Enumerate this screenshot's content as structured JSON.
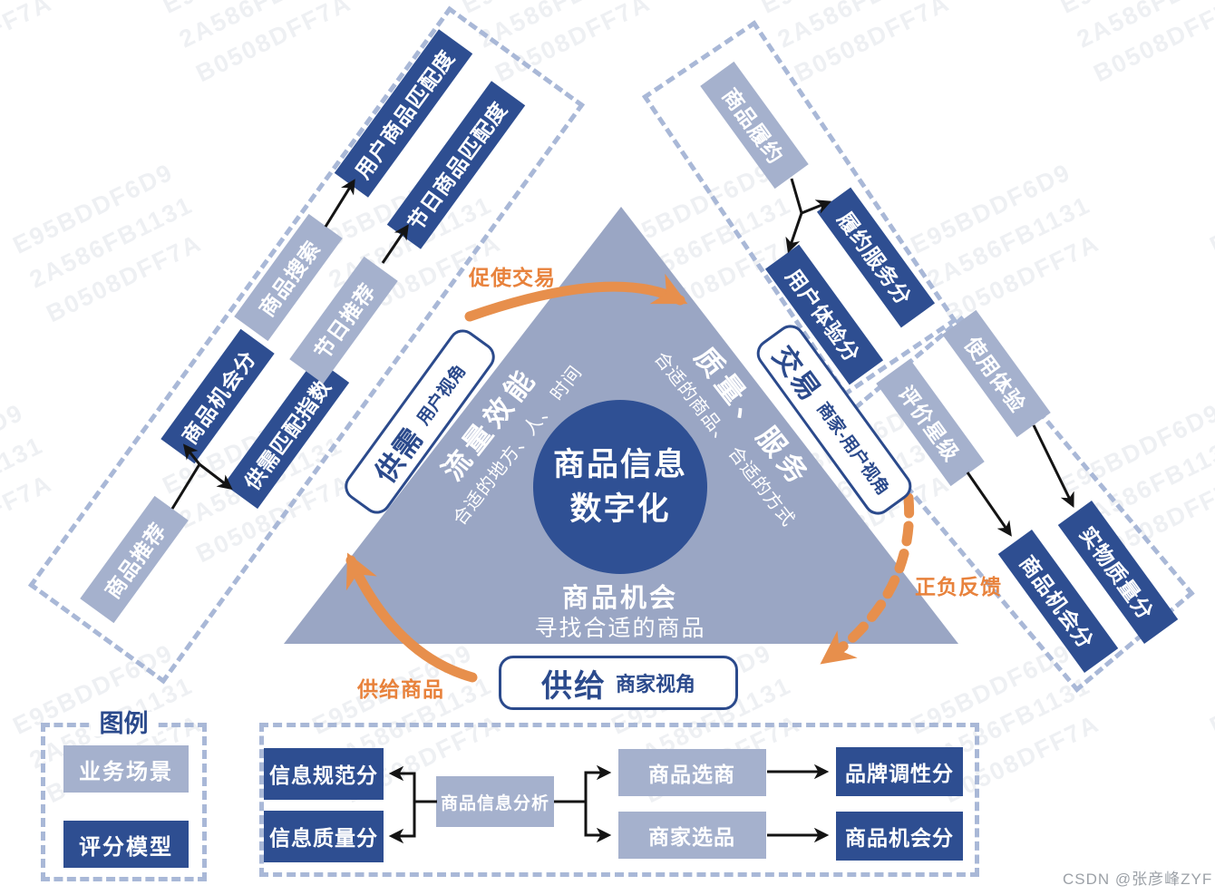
{
  "legend": {
    "title": "图例",
    "items": [
      {
        "id": "scenario",
        "label": "业务场景"
      },
      {
        "id": "model",
        "label": "评分模型"
      }
    ]
  },
  "center": {
    "circle_line1": "商品信息",
    "circle_line2": "数字化",
    "caption_title": "商品机会",
    "caption_sub": "寻找合适的商品",
    "left_edge_title": "流量效能",
    "left_edge_sub": "合适的地方、人、 时间",
    "right_edge_title": "质量、服务",
    "right_edge_sub": "合适的商品、 合适的方式"
  },
  "perspectives": {
    "supply_demand": {
      "title": "供需",
      "sub": "用户视角"
    },
    "transaction": {
      "title": "交易",
      "sub": "商家-用户视角"
    },
    "supply": {
      "title": "供给",
      "sub": "商家视角"
    }
  },
  "flow_labels": {
    "top": "促使交易",
    "right": "正负反馈",
    "bottom_left": "供给商品"
  },
  "bands": {
    "left": {
      "nodes": [
        {
          "id": "sp_tuijian",
          "label": "商品推荐",
          "type": "scenario"
        },
        {
          "id": "sp_jihuifen_left",
          "label": "商品机会分",
          "type": "model"
        },
        {
          "id": "gx_pipei",
          "label": "供需匹配指数",
          "type": "model"
        },
        {
          "id": "sp_sousuo",
          "label": "商品搜索",
          "type": "scenario"
        },
        {
          "id": "jr_tuijian",
          "label": "节日推荐",
          "type": "scenario"
        },
        {
          "id": "yh_sp_pipeidu",
          "label": "用户商品匹配度",
          "type": "model"
        },
        {
          "id": "jr_sp_pipeidu",
          "label": "节日商品匹配度",
          "type": "model"
        }
      ]
    },
    "right": {
      "nodes": [
        {
          "id": "sp_lvyue",
          "label": "商品履约",
          "type": "scenario"
        },
        {
          "id": "lvyue_fuwufen",
          "label": "履约服务分",
          "type": "model"
        },
        {
          "id": "yh_tiyanfen",
          "label": "用户体验分",
          "type": "model"
        },
        {
          "id": "shiyong_tiyan",
          "label": "使用体验",
          "type": "scenario"
        },
        {
          "id": "pingjia_xingji",
          "label": "评价星级",
          "type": "scenario"
        },
        {
          "id": "shiwu_zhiliangfen",
          "label": "实物质量分",
          "type": "model"
        },
        {
          "id": "sp_jihuifen_right",
          "label": "商品机会分",
          "type": "model"
        }
      ]
    },
    "bottom": {
      "nodes": [
        {
          "id": "xx_guifanfen",
          "label": "信息规范分",
          "type": "model"
        },
        {
          "id": "xx_zhiliangfen",
          "label": "信息质量分",
          "type": "model"
        },
        {
          "id": "sp_xx_fenxi",
          "label": "商品信息分析",
          "type": "scenario"
        },
        {
          "id": "sp_xuanshang",
          "label": "商品选商",
          "type": "scenario"
        },
        {
          "id": "sj_xuanpin",
          "label": "商家选品",
          "type": "scenario"
        },
        {
          "id": "pp_tiaoxingfen",
          "label": "品牌调性分",
          "type": "model"
        },
        {
          "id": "sp_jihuifen_bottom",
          "label": "商品机会分",
          "type": "model"
        }
      ]
    }
  },
  "watermark": {
    "credit": "CSDN @张彦峰ZYF",
    "tile_lines": [
      "E95BDDF6D9",
      "2A586FB1131",
      "B0508DFF7A"
    ]
  },
  "colors": {
    "model": "#2E4E91",
    "scenario": "#A5B1CD",
    "triangle": "#9AA6C4",
    "circle": "#2F5094",
    "dash": "#A9B8D7",
    "label_blue": "#2B4A8C",
    "orange": "#E78F4C",
    "orange_text": "#E8823C"
  }
}
